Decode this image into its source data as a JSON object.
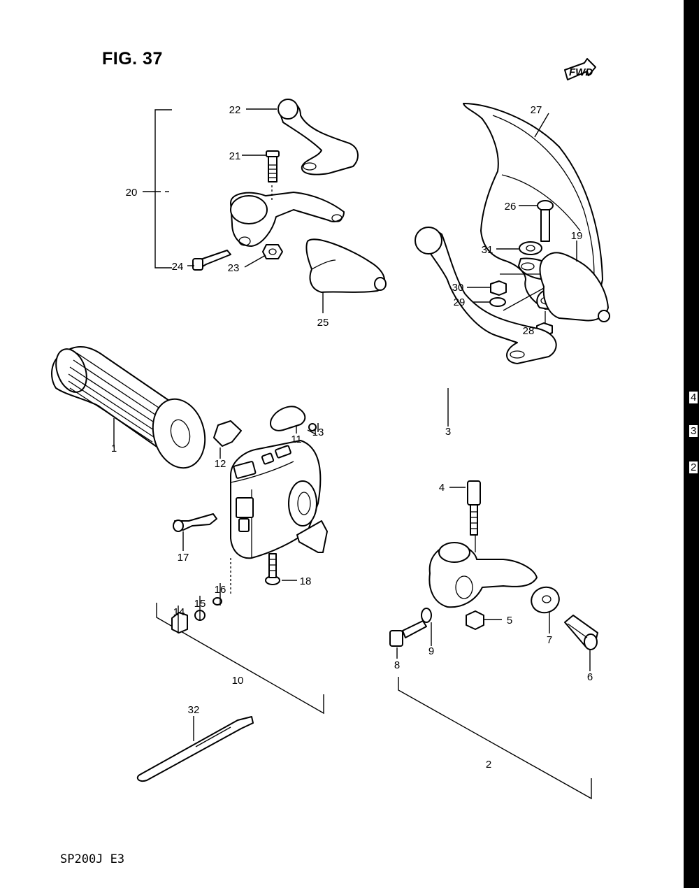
{
  "figure": {
    "title": "FIG. 37",
    "model_code": "SP200J  E3",
    "fwd_badge": "FWD",
    "edge_numbers": [
      "4",
      "3",
      "2"
    ]
  },
  "callouts": [
    {
      "id": "1",
      "part": "grip"
    },
    {
      "id": "2",
      "part": "lever-holder-assembly"
    },
    {
      "id": "3",
      "part": "lever"
    },
    {
      "id": "4",
      "part": "bolt"
    },
    {
      "id": "5",
      "part": "nut"
    },
    {
      "id": "6",
      "part": "adjuster"
    },
    {
      "id": "7",
      "part": "adjuster-nut"
    },
    {
      "id": "8",
      "part": "bolt"
    },
    {
      "id": "9",
      "part": "washer"
    },
    {
      "id": "10",
      "part": "handle-switch-assembly"
    },
    {
      "id": "11",
      "part": "switch-knob"
    },
    {
      "id": "12",
      "part": "switch-knob"
    },
    {
      "id": "13",
      "part": "screw"
    },
    {
      "id": "14",
      "part": "switch"
    },
    {
      "id": "15",
      "part": "screw"
    },
    {
      "id": "16",
      "part": "screw"
    },
    {
      "id": "17",
      "part": "clamp"
    },
    {
      "id": "18",
      "part": "screw"
    },
    {
      "id": "19",
      "part": "lever-cover"
    },
    {
      "id": "20",
      "part": "lever-holder-assembly"
    },
    {
      "id": "21",
      "part": "bolt"
    },
    {
      "id": "22",
      "part": "lever"
    },
    {
      "id": "23",
      "part": "nut"
    },
    {
      "id": "24",
      "part": "bolt"
    },
    {
      "id": "25",
      "part": "lever-cover"
    },
    {
      "id": "26",
      "part": "screw"
    },
    {
      "id": "27",
      "part": "hand-guard"
    },
    {
      "id": "28",
      "part": "nut"
    },
    {
      "id": "29",
      "part": "washer"
    },
    {
      "id": "30",
      "part": "nut"
    },
    {
      "id": "31",
      "part": "washer"
    },
    {
      "id": "32",
      "part": "band"
    }
  ]
}
